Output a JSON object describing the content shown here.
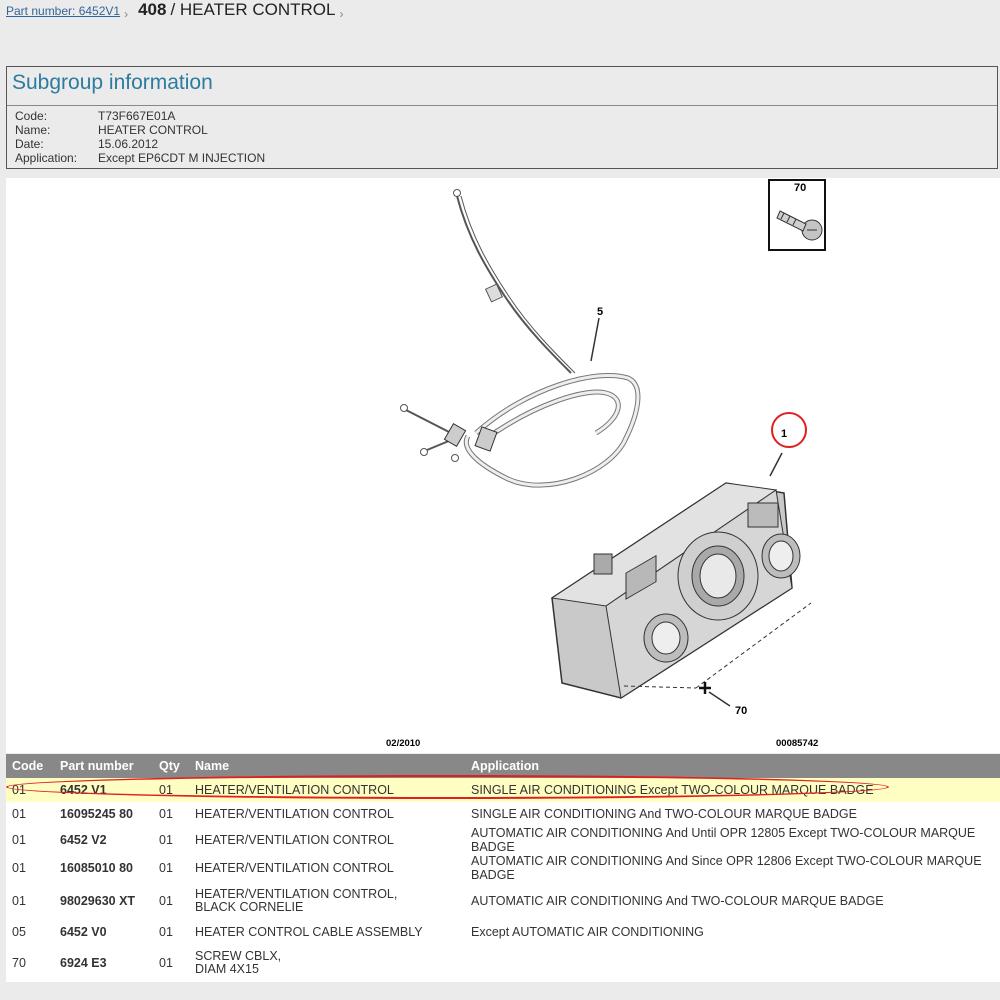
{
  "breadcrumb": {
    "link_label": "Part number: 6452V1",
    "number": "408",
    "title": "/ HEATER CONTROL"
  },
  "subgroup": {
    "heading": "Subgroup information",
    "fields": [
      {
        "label": "Code:",
        "value": "T73F667E01A"
      },
      {
        "label": "Name:",
        "value": "HEATER CONTROL"
      },
      {
        "label": "Date:",
        "value": "15.06.2012"
      },
      {
        "label": "Application:",
        "value": "Except EP6CDT M INJECTION"
      }
    ]
  },
  "diagram": {
    "callouts": {
      "screw_box": "70",
      "cable": "5",
      "panel": "1",
      "fixing": "70"
    },
    "date": "02/2010",
    "ref": "00085742"
  },
  "table": {
    "headers": [
      "Code",
      "Part number",
      "Qty",
      "Name",
      "Application"
    ],
    "rows": [
      {
        "code": "01",
        "part": "6452 V1",
        "qty": "01",
        "name": "HEATER/VENTILATION CONTROL",
        "app": "SINGLE AIR CONDITIONING Except TWO-COLOUR MARQUE BADGE"
      },
      {
        "code": "01",
        "part": "16095245 80",
        "qty": "01",
        "name": "HEATER/VENTILATION CONTROL",
        "app": "SINGLE AIR CONDITIONING And TWO-COLOUR MARQUE BADGE"
      },
      {
        "code": "01",
        "part": "6452 V2",
        "qty": "01",
        "name": "HEATER/VENTILATION CONTROL",
        "app": "AUTOMATIC AIR CONDITIONING And Until OPR 12805 Except TWO-COLOUR MARQUE BADGE"
      },
      {
        "code": "01",
        "part": "16085010 80",
        "qty": "01",
        "name": "HEATER/VENTILATION CONTROL",
        "app": "AUTOMATIC AIR CONDITIONING And Since OPR 12806 Except TWO-COLOUR MARQUE BADGE"
      },
      {
        "code": "01",
        "part": "98029630 XT",
        "qty": "01",
        "name": "HEATER/VENTILATION CONTROL,\nBLACK CORNELIE",
        "app": "AUTOMATIC AIR CONDITIONING And TWO-COLOUR MARQUE BADGE"
      },
      {
        "code": "05",
        "part": "6452 V0",
        "qty": "01",
        "name": "HEATER CONTROL CABLE ASSEMBLY",
        "app": "Except AUTOMATIC AIR CONDITIONING"
      },
      {
        "code": "70",
        "part": "6924 E3",
        "qty": "01",
        "name": "SCREW CBLX,\nDIAM 4X15",
        "app": ""
      }
    ]
  },
  "colors": {
    "accent": "#2d7b9e",
    "highlight_row": "#fefdc2",
    "header_bg": "#888888",
    "circle": "#e02020"
  }
}
